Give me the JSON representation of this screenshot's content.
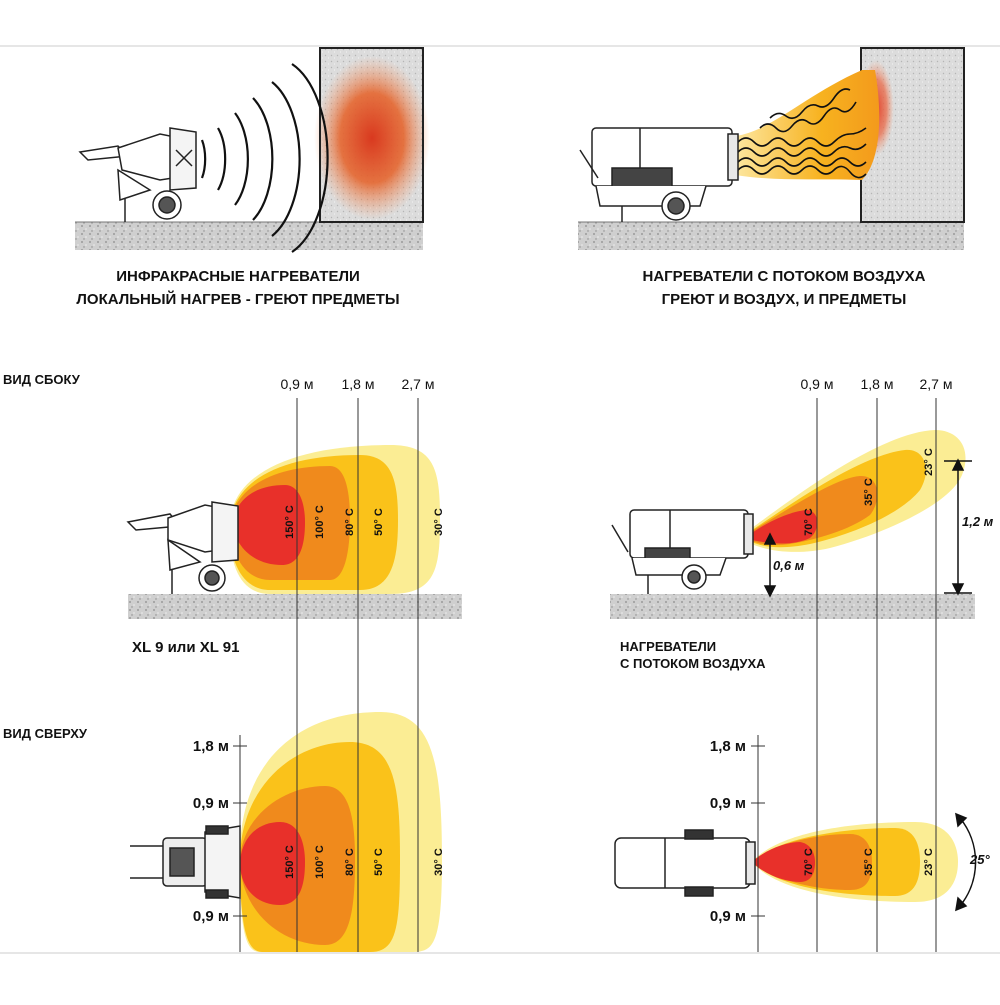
{
  "top": {
    "infrared_caption": [
      "ИНФРАКРАСНЫЕ НАГРЕВАТЕЛИ",
      "ЛОКАЛЬНЫЙ НАГРЕВ - ГРЕЮТ ПРЕДМЕТЫ"
    ],
    "airflow_caption": [
      "НАГРЕВАТЕЛИ С ПОТОКОМ ВОЗДУХА",
      "ГРЕЮТ И ВОЗДУХ, И ПРЕДМЕТЫ"
    ]
  },
  "side_view_label": "ВИД СБОКУ",
  "top_view_label": "ВИД СВЕРХУ",
  "distances": [
    "0,9 м",
    "1,8 м",
    "2,7 м"
  ],
  "top_view_ticks": [
    "1,8 м",
    "0,9 м",
    "0,9 м"
  ],
  "infrared": {
    "model_label": "XL 9 или XL 91",
    "temps": [
      "150° C",
      "100° C",
      "80° C",
      "50° C",
      "30° C"
    ]
  },
  "airflow": {
    "label": [
      "НАГРЕВАТЕЛИ",
      "С ПОТОКОМ ВОЗДУХА"
    ],
    "temps": [
      "70° C",
      "35° C",
      "23° C"
    ],
    "height_outlet": "0,6 м",
    "height_far": "1,2 м",
    "angle": "25°"
  },
  "colors": {
    "red": "#e8302a",
    "orange": "#f08a1c",
    "amber": "#fac21a",
    "yellow": "#fbed94"
  }
}
